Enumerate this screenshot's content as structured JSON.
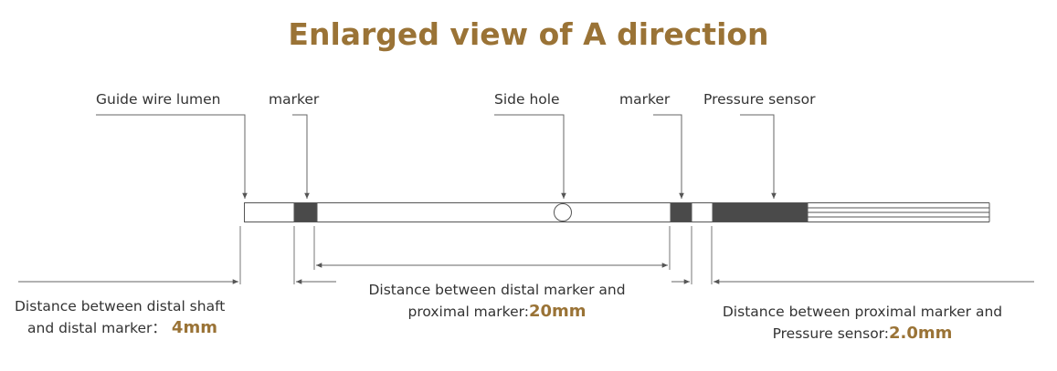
{
  "title": "Enlarged view of A direction",
  "labels": {
    "guide_wire_lumen": "Guide wire lumen",
    "marker_distal": "marker",
    "side_hole": "Side hole",
    "marker_proximal": "marker",
    "pressure_sensor": "Pressure sensor"
  },
  "captions": {
    "distal": {
      "line1": "Distance between distal shaft",
      "line2": "and  distal marker：",
      "value": "4mm"
    },
    "middle": {
      "line1": "Distance between distal marker and",
      "line2": "proximal marker:",
      "value": "20mm"
    },
    "proximal": {
      "line1": "Distance between proximal marker and",
      "line2": "Pressure sensor:",
      "value": "2.0mm"
    }
  },
  "colors": {
    "title": "#9a7336",
    "value": "#9a7336",
    "marker_fill": "#4a4a4a",
    "line": "#555555"
  }
}
